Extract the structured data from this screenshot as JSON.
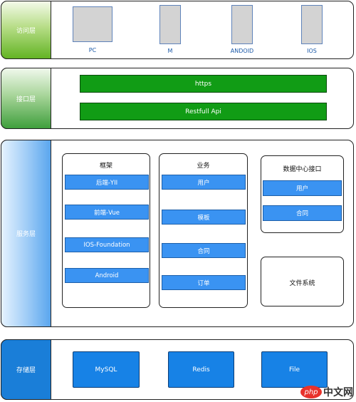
{
  "layers": {
    "access": {
      "label": "访问层",
      "devices": [
        "PC",
        "M",
        "ANDOID",
        "IOS"
      ]
    },
    "interface": {
      "label": "接口层",
      "bars": [
        "https",
        "Restfull Api"
      ]
    },
    "service": {
      "label": "服务层",
      "framework": {
        "title": "框架",
        "items": [
          "后端-YII",
          "前端-Vue",
          "IOS-Foundation",
          "Android"
        ]
      },
      "business": {
        "title": "业务",
        "items": [
          "用户",
          "模板",
          "合同",
          "订单"
        ]
      },
      "datacenter": {
        "title": "数据中心接口",
        "items": [
          "用户",
          "合同"
        ]
      },
      "filesystem": {
        "title": "文件系统"
      }
    },
    "storage": {
      "label": "存储层",
      "items": [
        "MySQL",
        "Redis",
        "File"
      ]
    }
  },
  "watermark": {
    "logo": "php",
    "text": "中文网"
  },
  "colors": {
    "bar_green": "#119c15",
    "item_blue": "#3a93f2",
    "storage_blue": "#1782e6",
    "device_gray": "#d3d3d3"
  }
}
